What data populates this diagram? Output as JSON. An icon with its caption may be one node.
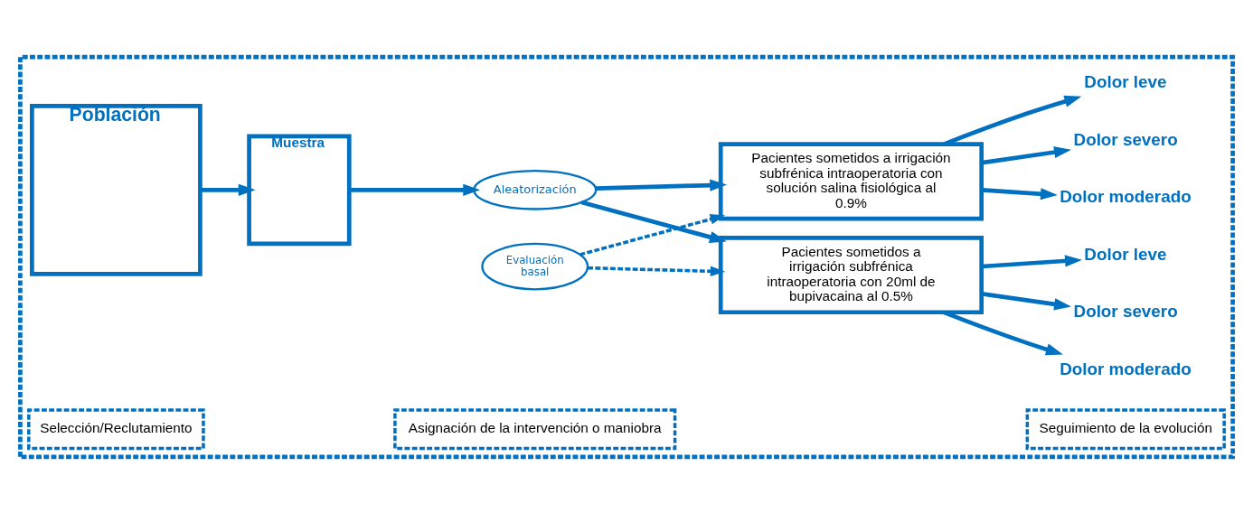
{
  "diagram": {
    "nodes": [
      {
        "text": [],
        "shape": "box"
      },
      {
        "text": [
          "Población"
        ],
        "in": 0
      },
      {
        "text": [
          "Muestra"
        ],
        "in": 0
      },
      {
        "text": [
          "Aleatorización"
        ],
        "in": 0
      },
      {
        "text": [
          "Pacientes sometidos a irrigación subfrénica intraoperatoria con 20ml de bupivacaina al 0.5%"
        ],
        "in": 0
      },
      {
        "text": [
          "Evaluación basal"
        ],
        "in": 0
      },
      {
        "text": [
          "Pacientes sometidos a irrigación subfrénica intraoperatoria con solución salina fisiológica al 0.9%"
        ],
        "in": 0
      },
      {
        "text": [
          "Dolor leve"
        ],
        "in": 0
      },
      {
        "text": [
          "Dolor moderado"
        ],
        "in": 0
      },
      {
        "text": [
          "Dolor severo"
        ],
        "in": 0
      },
      {
        "text": [
          "Dolor leve"
        ],
        "in": 0
      },
      {
        "text": [
          "Dolor moderado"
        ],
        "in": 0
      },
      {
        "text": [
          "Dolor severo"
        ],
        "in": 0
      },
      {
        "text": [
          "Selección/Reclutamiento"
        ],
        "in": 0
      },
      {
        "text": [
          "Asignación de la intervención o maniobra"
        ],
        "in": 0
      },
      {
        "text": [
          "Seguimiento de la evolución"
        ],
        "in": 0
      }
    ],
    "edges": [
      {
        "from": 1,
        "to": 2,
        "arrow": "to"
      },
      {
        "from": 2,
        "to": 3,
        "arrow": "to"
      },
      {
        "from": 3,
        "to": 4,
        "arrow": "to"
      },
      {
        "from": 3,
        "to": 6,
        "arrow": "to"
      },
      {
        "from": 5,
        "to": 4,
        "arrow": "to",
        "style": "dashed"
      },
      {
        "from": 5,
        "to": 6,
        "arrow": "to",
        "style": "dashed"
      },
      {
        "from": 4,
        "to": 7,
        "arrow": "to"
      },
      {
        "from": 4,
        "to": 8,
        "arrow": "to"
      },
      {
        "from": 4,
        "to": 9,
        "arrow": "to"
      },
      {
        "from": 6,
        "to": 10,
        "arrow": "to"
      },
      {
        "from": 6,
        "to": 11,
        "arrow": "to"
      },
      {
        "from": 6,
        "to": 12,
        "arrow": "to"
      }
    ]
  }
}
